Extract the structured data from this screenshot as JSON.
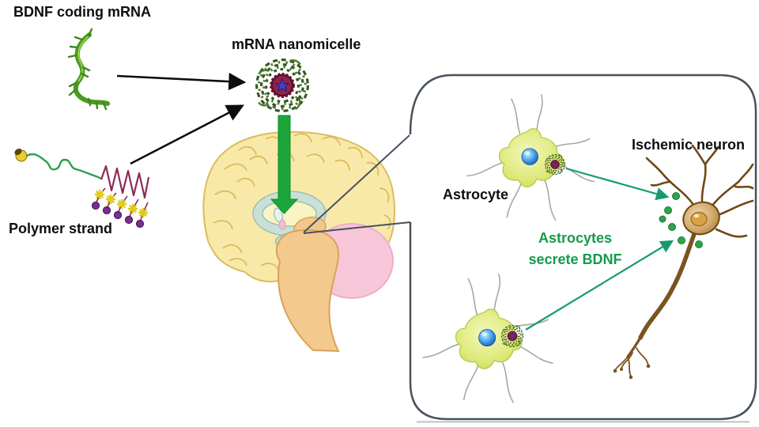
{
  "diagram": {
    "background": "#ffffff",
    "labels": {
      "bdnf_mrna": "BDNF coding mRNA",
      "mrna_nanomicelle": "mRNA nanomicelle",
      "polymer_strand": "Polymer strand",
      "astrocyte": "Astrocyte",
      "ischemic_neuron": "Ischemic neuron",
      "secretion_line1": "Astrocytes",
      "secretion_line2": "secrete BDNF"
    },
    "colors": {
      "label_text": "#0e0e0e",
      "secretion_text": "#149b4d",
      "delivery_arrow": "#1ba53a",
      "secretion_arrow": "#169c6b",
      "callout_border": "#47525c",
      "astrocyte_body": "#d9e873",
      "astrocyte_nucleus": "#1d72c8",
      "neuron_body": "#b98a4a",
      "bdnf_dot": "#2ea34b",
      "brain_cortex": "#f9e9a9",
      "cerebellum": "#f7c7d9",
      "brainstem": "#f3c98e",
      "micelle_shell": "#33591b",
      "micelle_core": "#8e2347"
    },
    "illustrations": [
      "mrna-strand-icon",
      "polymer-strand-icon",
      "mrna-nanomicelle-icon",
      "brain-sagittal-icon",
      "inset-callout-box",
      "astrocyte-cell-icon",
      "ischemic-neuron-icon"
    ]
  }
}
